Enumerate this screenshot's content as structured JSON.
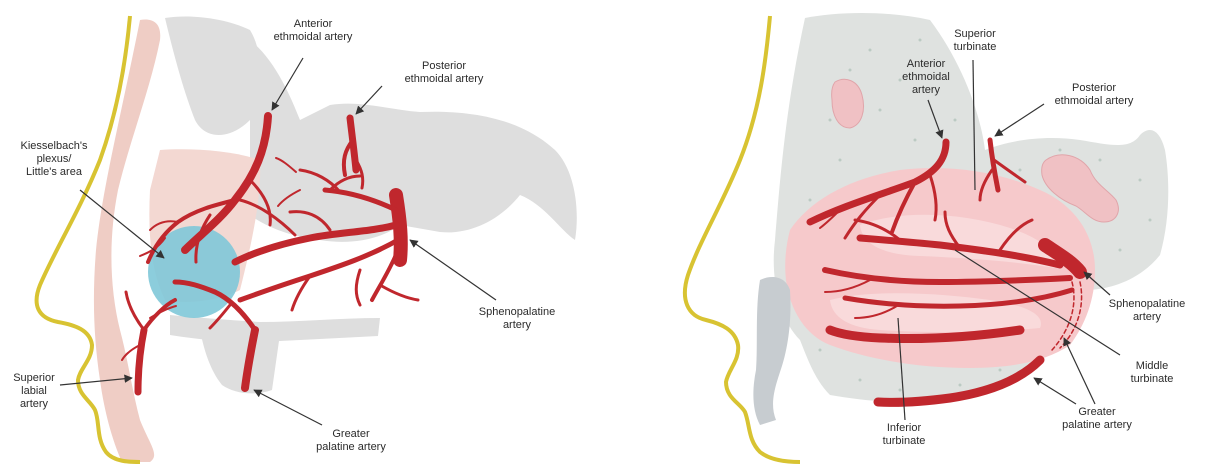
{
  "colors": {
    "skin_outline": "#d8c332",
    "bone_gray": "#d9d9d9",
    "cartilage_pink": "#ecc6be",
    "mucosa_pink": "#f4c7c9",
    "artery_red": "#c0272d",
    "kiesselbach_blue": "#7fc8d8",
    "leader_line": "#333333"
  },
  "left_panel": {
    "labels": {
      "anterior_ethmoidal": "Anterior\nethmoidal artery",
      "posterior_ethmoidal": "Posterior\nethmoidal artery",
      "kiesselbach": "Kiesselbach's\nplexus/\nLittle's area",
      "sphenopalatine": "Sphenopalatine\nartery",
      "superior_labial": "Superior\nlabial\nartery",
      "greater_palatine": "Greater\npalatine artery"
    }
  },
  "right_panel": {
    "labels": {
      "superior_turbinate": "Superior\nturbinate",
      "anterior_ethmoidal": "Anterior\nethmoidal\nartery",
      "posterior_ethmoidal": "Posterior\nethmoidal artery",
      "sphenopalatine": "Sphenopalatine\nartery",
      "middle_turbinate": "Middle\nturbinate",
      "greater_palatine": "Greater\npalatine artery",
      "inferior_turbinate": "Inferior\nturbinate"
    }
  }
}
